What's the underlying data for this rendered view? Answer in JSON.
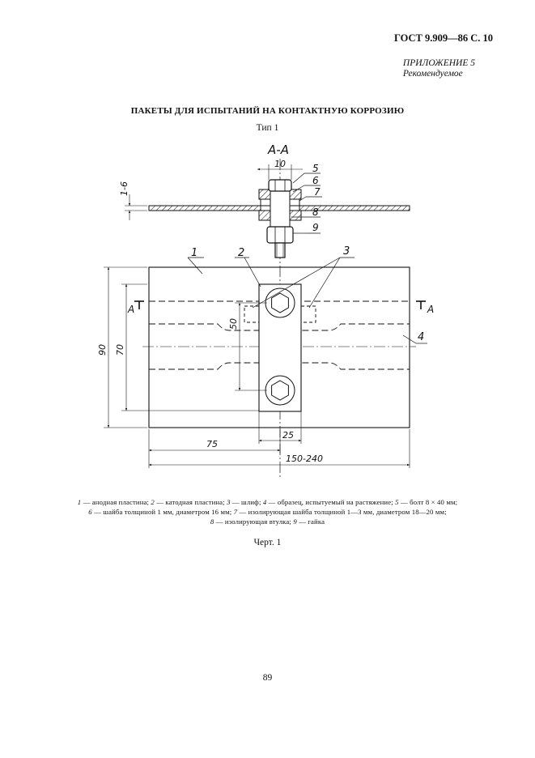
{
  "header": {
    "standard": "ГОСТ 9.909—86 С. 10"
  },
  "appendix": {
    "label": "ПРИЛОЖЕНИЕ 5",
    "status": "Рекомендуемое"
  },
  "title": "ПАКЕТЫ ДЛЯ ИСПЫТАНИЙ НА КОНТАКТНУЮ КОРРОЗИЮ",
  "type_label": "Тип 1",
  "drawing": {
    "section_label": "А-А",
    "cut_marker": "А",
    "dimensions": {
      "bolt_width": "10",
      "plate_thickness": "1-6",
      "height_total": "90",
      "height_inner": "70",
      "slot_height": "50",
      "half_width": "75",
      "strip_width": "25",
      "total_width": "150-240"
    },
    "callouts": [
      "1",
      "2",
      "3",
      "3",
      "4",
      "5",
      "6",
      "7",
      "8",
      "9"
    ]
  },
  "legend": [
    {
      "num": "1",
      "text": " — анодная пластина; "
    },
    {
      "num": "2",
      "text": " — катодная пластина; "
    },
    {
      "num": "3",
      "text": " — шлиф; "
    },
    {
      "num": "4",
      "text": " — образец, испытуемый на растяжение; "
    },
    {
      "num": "5",
      "text": " — болт 8 × 40 мм;"
    },
    {
      "num": "6",
      "text": " — шайба толщиной 1 мм, диаметром 16 мм; "
    },
    {
      "num": "7",
      "text": " — изолирующая шайба толщиной 1—3 мм, диаметром 18—20 мм;"
    },
    {
      "num": "8",
      "text": " — изолирующая втулка; "
    },
    {
      "num": "9",
      "text": " — гайка"
    }
  ],
  "figure_caption": "Черт. 1",
  "page_number": "89"
}
